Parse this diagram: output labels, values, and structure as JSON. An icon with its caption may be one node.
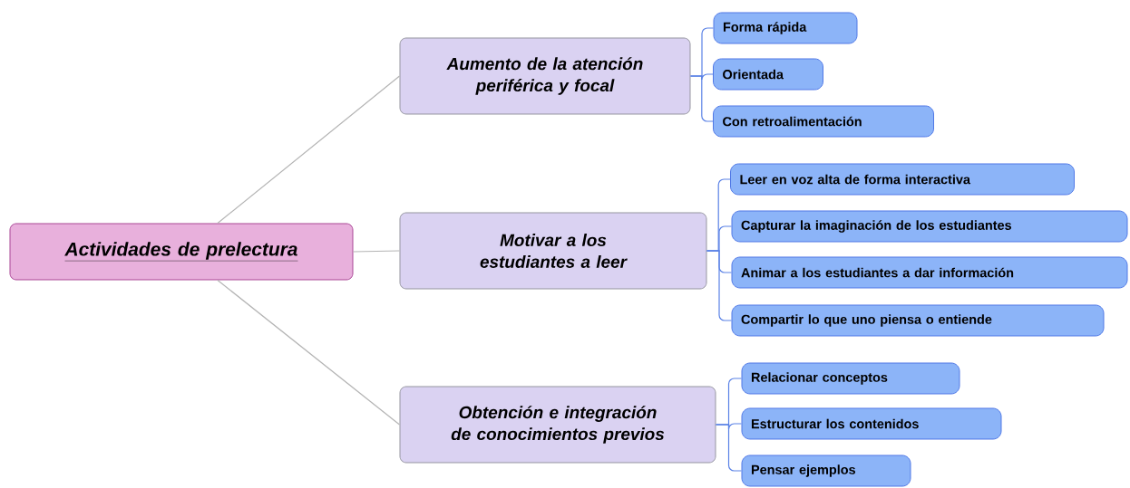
{
  "diagram": {
    "nodes": [
      {
        "text": [
          "Actividades de prelectura"
        ]
      },
      {
        "text": [
          "Aumento de la atención periférica y focal"
        ]
      },
      {
        "text": [
          "Forma rápida"
        ]
      },
      {
        "text": [
          "Orientada"
        ]
      },
      {
        "text": [
          "Con retroalimentación"
        ]
      },
      {
        "text": [
          "Motivar a los estudiantes a leer"
        ]
      },
      {
        "text": [
          "Leer en voz alta de forma interactiva"
        ]
      },
      {
        "text": [
          "Capturar la imaginación de los estudiantes"
        ]
      },
      {
        "text": [
          "Animar a los estudiantes a dar información"
        ]
      },
      {
        "text": [
          "Compartir lo que uno piensa o entiende"
        ]
      },
      {
        "text": [
          "Obtención e integración de conocimientos previos"
        ]
      },
      {
        "text": [
          "Relacionar conceptos"
        ]
      },
      {
        "text": [
          "Estructurar los contenidos"
        ]
      },
      {
        "text": [
          "Pensar ejemplos"
        ]
      }
    ],
    "edges": [
      {
        "from": 0,
        "to": 1,
        "arrow": "none",
        "color": "#b4b4b4"
      },
      {
        "from": 0,
        "to": 5,
        "arrow": "none",
        "color": "#b4b4b4"
      },
      {
        "from": 0,
        "to": 10,
        "arrow": "none",
        "color": "#b4b4b4"
      },
      {
        "from": 1,
        "to": 2,
        "arrow": "none"
      },
      {
        "from": 1,
        "to": 3,
        "arrow": "none"
      },
      {
        "from": 1,
        "to": 4,
        "arrow": "none"
      },
      {
        "from": 5,
        "to": 6,
        "arrow": "none"
      },
      {
        "from": 5,
        "to": 7,
        "arrow": "none"
      },
      {
        "from": 5,
        "to": 8,
        "arrow": "none"
      },
      {
        "from": 5,
        "to": 9,
        "arrow": "none"
      },
      {
        "from": 10,
        "to": 11,
        "arrow": "none"
      },
      {
        "from": 10,
        "to": 12,
        "arrow": "none"
      },
      {
        "from": 10,
        "to": 13,
        "arrow": "none"
      }
    ]
  }
}
